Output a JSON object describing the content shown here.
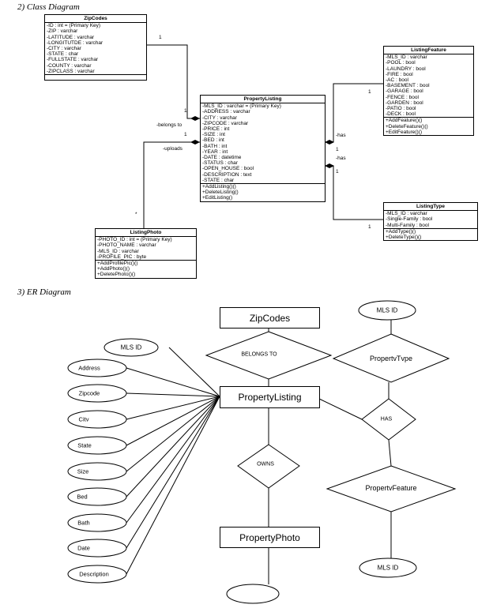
{
  "headings": {
    "class_diagram": "2)   Class Diagram",
    "er_diagram": "3)   ER Diagram"
  },
  "classes": {
    "zipcodes": {
      "title": "ZipCodes",
      "attributes": [
        "-ID : int = (Primary Key)",
        "-ZIP : varchar",
        "-LATITUDE : varchar",
        "-LONGITUTDE : varchar",
        "-CITY : varchar",
        "-STATE : char",
        "-FULLSTATE : varchar",
        "-COUNTY : varchar",
        "-ZIPCLASS : varchar"
      ],
      "operations": []
    },
    "listingfeature": {
      "title": "ListingFeature",
      "attributes": [
        "-MLS_ID : varchar",
        "-POOL : bool",
        "-LAUNDRY : bool",
        "-FIRE : bool",
        "-AC : bool",
        "-BASEMENT : bool",
        "-GARAGE : bool",
        "-FENCE : bool",
        "-GARDEN : bool",
        "-PATIO : bool",
        "-DECK : bool"
      ],
      "operations": [
        "+AddFeature()()",
        "+DeleteFeature()()",
        "+EditFeature()()"
      ]
    },
    "propertylisting": {
      "title": "PropertyListing",
      "attributes": [
        "-MLS_ID : varchar = (Primary Key)",
        "-ADDRESS : varchar",
        "-CITY : varchar",
        "-ZIPCODE : varchar",
        "-PRICE : int",
        "-SIZE : int",
        "-BED : int",
        "-BATH : int",
        "-YEAR : int",
        "-DATE : datetime",
        "-STATUS : char",
        "-OPEN_HOUSE : bool",
        "-DESCRIPTION : text",
        "-STATE : char"
      ],
      "operations": [
        "+AddListing()()",
        "+DeleteListing()",
        "+EditListing()"
      ]
    },
    "listingtype": {
      "title": "ListingType",
      "attributes": [
        "-MLS_ID : varchar",
        "-Single-Family : bool",
        "-Multi-Family : bool"
      ],
      "operations": [
        "+AddType()()",
        "+DeleteType()()"
      ]
    },
    "listingphoto": {
      "title": "ListingPhoto",
      "attributes": [
        "-PHOTO_ID : int = (Primary Key)",
        "-PHOTO_NAME : varchar",
        "-MLS_ID : varchar",
        "-PROFILE_PIC : byte"
      ],
      "operations": [
        "+AddProfilePic()()",
        "+AddPhoto()()",
        "+DeletePhoto()()"
      ]
    }
  },
  "class_labels": {
    "belongs_to": "-belongs to",
    "uploads": "-uploads",
    "has1": "-has",
    "has2": "-has",
    "m_zip_1": "1",
    "m_zip_2": "1",
    "m_upl_1": "1",
    "m_upl_star": "*",
    "m_feat_1": "1",
    "m_has1_1": "1",
    "m_has2_1": "1",
    "m_type_1": "1"
  },
  "er": {
    "entities": {
      "zipcodes": "ZipCodes",
      "propertylisting": "PropertyListing",
      "propertyphoto": "PropertyPhoto"
    },
    "relationships": {
      "belongs_to": "BELONGS TO",
      "owns": "OWNS",
      "has": "HAS",
      "propertytype": "PropertvTvpe",
      "propertyfeature": "PropertvFeature"
    },
    "attributes": {
      "mls_id_left": "MLS ID",
      "address": "Address",
      "zipcode": "Zipcode",
      "city": "Citv",
      "state": "State",
      "size": "Size",
      "bed": "Bed",
      "bath": "Bath",
      "date": "Date",
      "description": "Description",
      "mls_id_top": "MLS ID",
      "mls_id_bottom": "MLS ID",
      "empty_bottom": ""
    }
  }
}
